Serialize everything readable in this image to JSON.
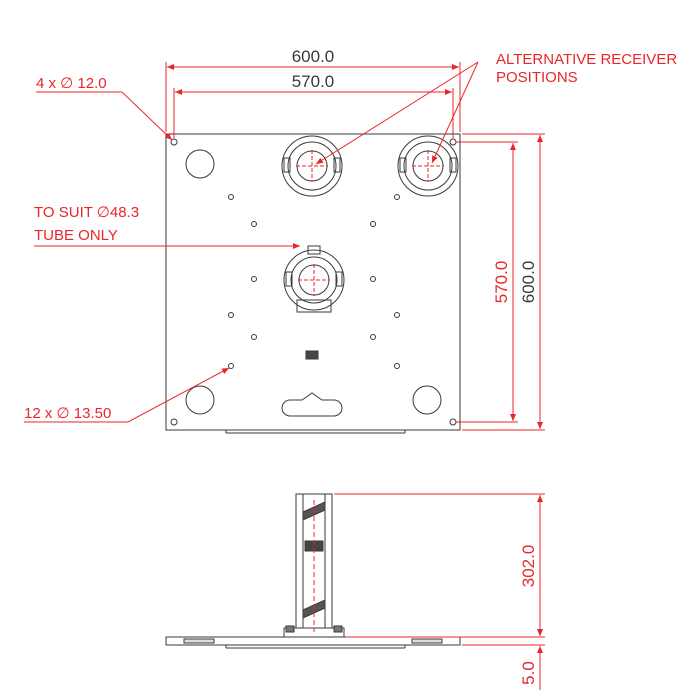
{
  "labels": {
    "width_outer": "600.0",
    "width_inner": "570.0",
    "height_outer": "600.0",
    "height_inner": "570.0",
    "corner_holes": "4 x ∅ 12.0",
    "alt_receiver_line1": "ALTERNATIVE RECEIVER",
    "alt_receiver_line2": "POSITIONS",
    "tube_line1": "TO SUIT  ∅48.3",
    "tube_line2": "TUBE ONLY",
    "small_holes": "12 x ∅ 13.50",
    "post_height": "302.0",
    "plate_thickness": "5.0"
  },
  "colors": {
    "dimension": "#e8262a",
    "outline": "#3a3a3a"
  }
}
